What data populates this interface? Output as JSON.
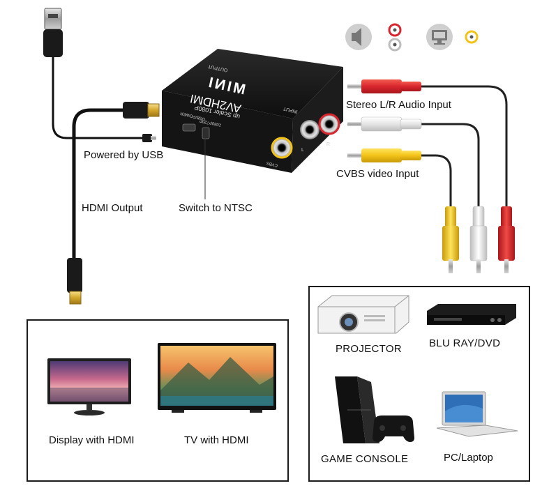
{
  "converter": {
    "brand": "MINI",
    "model": "AV2HDMI",
    "subtitle": "up Scaler 1080P",
    "port_output": "OUTPUT",
    "port_input": "INPUT",
    "port_usbpower": "USB/POWER",
    "switch_labels": [
      "720P",
      "1080P"
    ],
    "jack_l": "L",
    "jack_r": "R",
    "jack_cvbs": "CVBS"
  },
  "callouts": {
    "powered_by_usb": "Powered by USB",
    "hdmi_output": "HDMI Output",
    "switch_ntsc": "Switch to NTSC",
    "stereo_audio": "Stereo L/R Audio Input",
    "cvbs_video": "CVBS video Input"
  },
  "outputs": {
    "display": "Display with HDMI",
    "tv": "TV with HDMI"
  },
  "sources": {
    "projector": "PROJECTOR",
    "bluray": "BLU RAY/DVD",
    "console": "GAME CONSOLE",
    "pc": "PC/Laptop"
  },
  "icons": {
    "audio": "speaker-icon",
    "video": "monitor-icon",
    "red_jack": "#d8262e",
    "white_jack": "#eeeeee",
    "yellow_jack": "#f3c318"
  }
}
